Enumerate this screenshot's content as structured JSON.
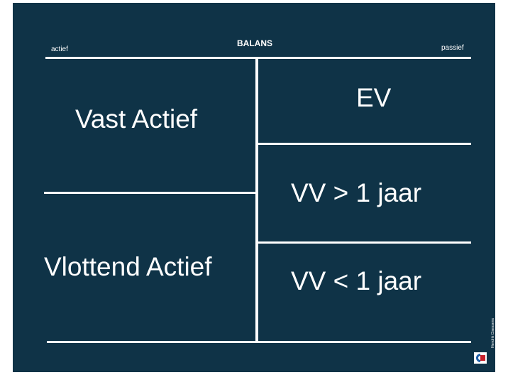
{
  "balance": {
    "title": "BALANS",
    "left_label": "actief",
    "right_label": "passief",
    "assets": {
      "fixed": "Vast Actief",
      "current": "Vlottend Actief"
    },
    "liabilities": {
      "equity": "EV",
      "long_term": "VV > 1 jaar",
      "short_term": "VV < 1 jaar"
    }
  },
  "footer": {
    "credit": "Hendrik Claessens",
    "logo_icon": "presenter-logo-icon"
  },
  "colors": {
    "background": "#0f3347",
    "foreground": "#ffffff",
    "logo_blue": "#1f5fa8",
    "logo_red": "#c8202a"
  }
}
